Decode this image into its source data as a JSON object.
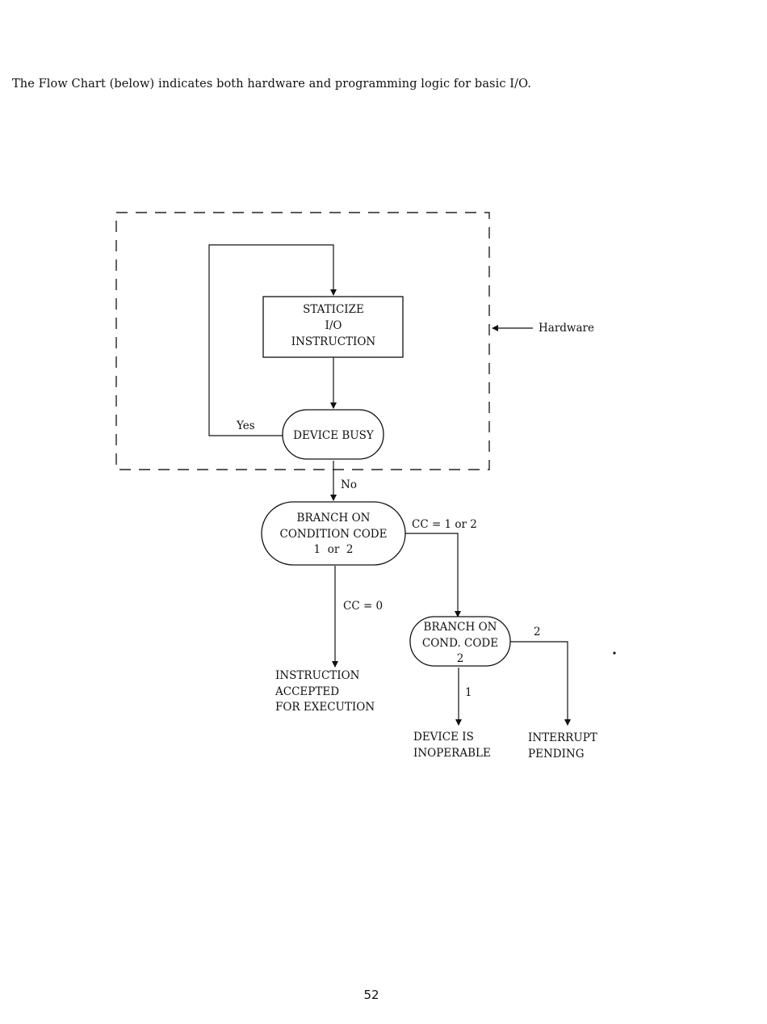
{
  "intro_text": "The Flow Chart (below) indicates both hardware and programming logic for basic I/O.",
  "page_number": "52",
  "colors": {
    "ink": "#111111",
    "paper": "#ffffff"
  },
  "diagram": {
    "hardware_label": "Hardware",
    "nodes": {
      "staticize": {
        "shape": "rectangle",
        "lines": [
          "STATICIZE",
          "I/O",
          "INSTRUCTION"
        ]
      },
      "device_busy": {
        "shape": "rounded",
        "lines": [
          "DEVICE BUSY"
        ]
      },
      "branch_cc_1_or_2": {
        "shape": "rounded",
        "lines": [
          "BRANCH ON",
          "CONDITION CODE",
          "1  or  2"
        ]
      },
      "branch_cond_code_2": {
        "shape": "rounded",
        "lines": [
          "BRANCH ON",
          "COND. CODE",
          "2"
        ]
      },
      "instruction_accepted": {
        "shape": "terminal-text",
        "lines": [
          "INSTRUCTION",
          "ACCEPTED",
          "FOR EXECUTION"
        ]
      },
      "device_inoperable": {
        "shape": "terminal-text",
        "lines": [
          "DEVICE IS",
          "INOPERABLE"
        ]
      },
      "interrupt_pending": {
        "shape": "terminal-text",
        "lines": [
          "INTERRUPT",
          "PENDING"
        ]
      }
    },
    "edges": [
      {
        "from": "staticize",
        "to": "device_busy",
        "label": ""
      },
      {
        "from": "device_busy",
        "to": "staticize",
        "label": "Yes"
      },
      {
        "from": "device_busy",
        "to": "branch_cc_1_or_2",
        "label": "No"
      },
      {
        "from": "branch_cc_1_or_2",
        "to": "branch_cond_code_2",
        "label": "CC = 1 or 2"
      },
      {
        "from": "branch_cc_1_or_2",
        "to": "instruction_accepted",
        "label": "CC = 0"
      },
      {
        "from": "branch_cond_code_2",
        "to": "device_inoperable",
        "label": "1"
      },
      {
        "from": "branch_cond_code_2",
        "to": "interrupt_pending",
        "label": "2"
      }
    ]
  }
}
